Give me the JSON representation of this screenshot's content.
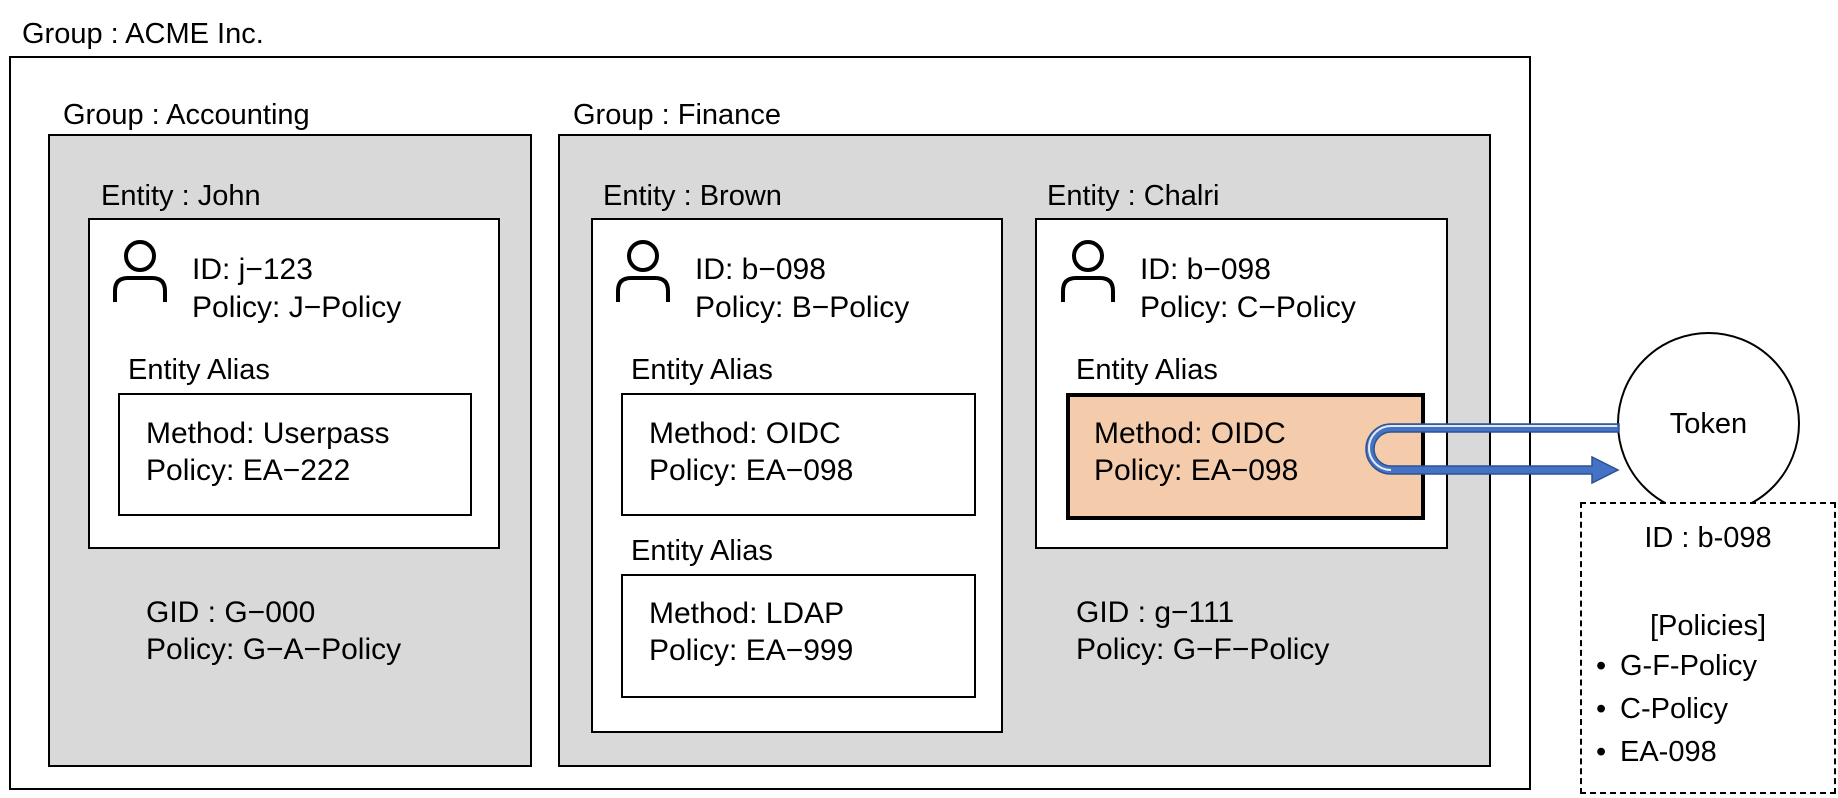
{
  "root_group": {
    "label": "Group : ACME Inc."
  },
  "groups": [
    {
      "label": "Group : Accounting",
      "gid": "GID : G−000",
      "policy": "Policy: G−A−Policy",
      "entities": [
        {
          "label": "Entity : John",
          "id": "ID: j−123",
          "policy": "Policy: J−Policy",
          "aliases": [
            {
              "title": "Entity Alias",
              "method": "Method: Userpass",
              "policy": "Policy: EA−222"
            }
          ]
        }
      ]
    },
    {
      "label": "Group : Finance",
      "gid": "GID : g−111",
      "policy": "Policy: G−F−Policy",
      "entities": [
        {
          "label": "Entity : Brown",
          "id": "ID: b−098",
          "policy": "Policy: B−Policy",
          "aliases": [
            {
              "title": "Entity Alias",
              "method": "Method: OIDC",
              "policy": "Policy: EA−098"
            },
            {
              "title": "Entity Alias",
              "method": "Method: LDAP",
              "policy": "Policy: EA−999"
            }
          ]
        },
        {
          "label": "Entity : Chalri",
          "id": "ID: b−098",
          "policy": "Policy: C−Policy",
          "aliases": [
            {
              "title": "Entity Alias",
              "method": "Method: OIDC",
              "policy": "Policy: EA−098",
              "highlight_color": "#f4ccac"
            }
          ]
        }
      ]
    }
  ],
  "token": {
    "label": "Token",
    "id": "ID : b-098",
    "policies_heading": "[Policies]",
    "policies": [
      "G-F-Policy",
      "C-Policy",
      "EA-098"
    ]
  },
  "colors": {
    "group_fill": "#d9d9d9",
    "alias_highlight": "#f4ccac",
    "arrow": "#4472c4"
  }
}
